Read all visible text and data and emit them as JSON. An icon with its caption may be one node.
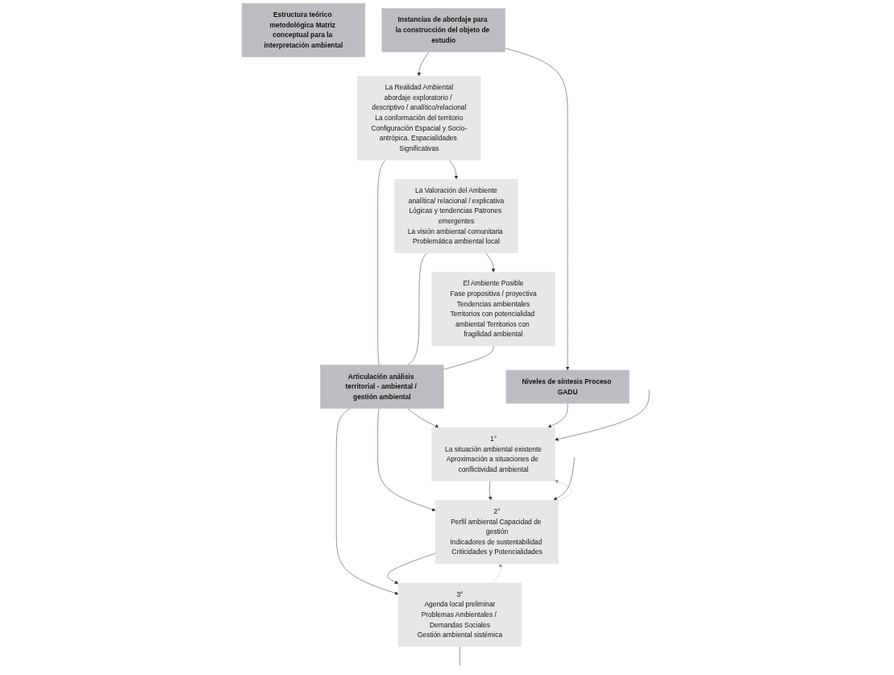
{
  "diagram": {
    "nodes": [
      {
        "text": [
          "Estructura teórico metodológica Matriz conceptual para la interpretación ambiental"
        ]
      },
      {
        "text": [
          "Instancias de abordaje para la construcción del objeto de estudio"
        ]
      },
      {
        "text": [
          "La Realidad Ambiental",
          "abordaje exploratorio / descriptivo / analítico/relacional",
          "La conformación del territorio",
          "Configuración Espacial y Socio-antrópica. Espacialidades Significativas"
        ]
      },
      {
        "text": [
          "La Valoración del Ambiente",
          "analítica/ relacional / explicativa",
          "Lógicas y tendencias Patrones emergentes",
          "La visión ambiental comunitaria Problemática ambiental local"
        ]
      },
      {
        "text": [
          "El Ambiente Posible",
          "Fase propositiva / proyectiva",
          "Tendencias ambientales",
          "Territorios con potencialidad ambiental Territorios con fragilidad ambiental"
        ]
      },
      {
        "text": [
          "Articulación análisis territorial - ambiental / gestión ambiental"
        ]
      },
      {
        "text": [
          "Niveles de síntesis Proceso GADU"
        ]
      },
      {
        "text": [
          "1°",
          "La situación ambiental existente",
          "Aproximación a situaciones de conflictividad ambiental"
        ]
      },
      {
        "text": [
          "2°",
          "Perfil ambiental Capacidad de gestión",
          "Indicadores de sustentabilidad Criticidades y Potencialidades"
        ]
      },
      {
        "text": [
          "3°",
          "Agenda local preliminar",
          "Problemas Ambientales / Demandas Sociales",
          "Gestión ambiental sistémica"
        ]
      }
    ],
    "edges": [
      {
        "from": 1,
        "to": 2,
        "arrow": "to"
      },
      {
        "from": 2,
        "to": 3,
        "arrow": "to"
      },
      {
        "from": 3,
        "to": 4,
        "arrow": "to"
      },
      {
        "from": 2,
        "to": 5,
        "arrow": "none"
      },
      {
        "from": 3,
        "to": 5,
        "arrow": "none"
      },
      {
        "from": 4,
        "to": 5,
        "arrow": "none"
      },
      {
        "from": 5,
        "to": 7,
        "arrow": "to"
      },
      {
        "from": 5,
        "to": 8,
        "arrow": "to"
      },
      {
        "from": 5,
        "to": 9,
        "arrow": "to"
      },
      {
        "from": 1,
        "to": 6,
        "arrow": "to"
      },
      {
        "from": 6,
        "to": 7,
        "arrow": "to"
      },
      {
        "from": 7,
        "to": 8,
        "arrow": "to"
      },
      {
        "from": 8,
        "to": 9,
        "arrow": "to"
      },
      {
        "from": 8,
        "to": 7,
        "arrow": "to",
        "style": "dashed",
        "color": "#8a8a8a"
      },
      {
        "from": 9,
        "to": 8,
        "arrow": "to",
        "style": "dashed",
        "color": "#8a8a8a"
      },
      {
        "from": null,
        "to": 7,
        "arrow": "to"
      },
      {
        "from": null,
        "to": 8,
        "arrow": "to"
      },
      {
        "from": 9,
        "to": null,
        "arrow": "none"
      }
    ]
  }
}
